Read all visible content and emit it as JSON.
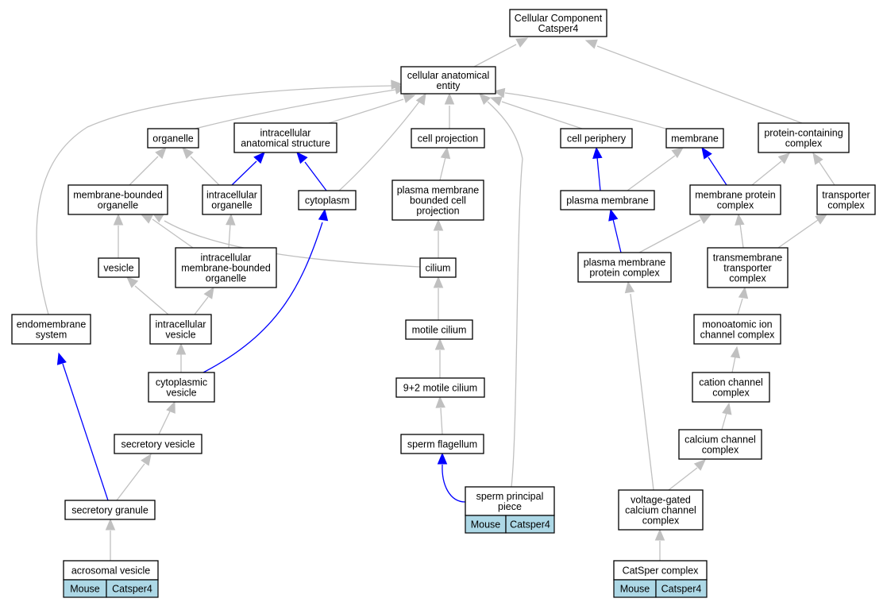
{
  "nodes": {
    "root": {
      "lines": [
        "Cellular Component",
        "Catsper4"
      ]
    },
    "cae": {
      "lines": [
        "cellular anatomical",
        "entity"
      ]
    },
    "organelle": {
      "lines": [
        "organelle"
      ]
    },
    "ias": {
      "lines": [
        "intracellular",
        "anatomical structure"
      ]
    },
    "cellproj": {
      "lines": [
        "cell projection"
      ]
    },
    "cellperiph": {
      "lines": [
        "cell periphery"
      ]
    },
    "membrane": {
      "lines": [
        "membrane"
      ]
    },
    "pcc": {
      "lines": [
        "protein-containing",
        "complex"
      ]
    },
    "mbo": {
      "lines": [
        "membrane-bounded",
        "organelle"
      ]
    },
    "io": {
      "lines": [
        "intracellular",
        "organelle"
      ]
    },
    "cytoplasm": {
      "lines": [
        "cytoplasm"
      ]
    },
    "pmbcp": {
      "lines": [
        "plasma membrane",
        "bounded cell",
        "projection"
      ]
    },
    "pm": {
      "lines": [
        "plasma membrane"
      ]
    },
    "mpc": {
      "lines": [
        "membrane protein",
        "complex"
      ]
    },
    "tc": {
      "lines": [
        "transporter",
        "complex"
      ]
    },
    "vesicle": {
      "lines": [
        "vesicle"
      ]
    },
    "imbo": {
      "lines": [
        "intracellular",
        "membrane-bounded",
        "organelle"
      ]
    },
    "cilium": {
      "lines": [
        "cilium"
      ]
    },
    "pmpc": {
      "lines": [
        "plasma membrane",
        "protein complex"
      ]
    },
    "ttc": {
      "lines": [
        "transmembrane",
        "transporter",
        "complex"
      ]
    },
    "es": {
      "lines": [
        "endomembrane",
        "system"
      ]
    },
    "iv": {
      "lines": [
        "intracellular",
        "vesicle"
      ]
    },
    "mc": {
      "lines": [
        "motile cilium"
      ]
    },
    "maicc": {
      "lines": [
        "monoatomic ion",
        "channel complex"
      ]
    },
    "cv": {
      "lines": [
        "cytoplasmic",
        "vesicle"
      ]
    },
    "nc": {
      "lines": [
        "9+2 motile cilium"
      ]
    },
    "ccc": {
      "lines": [
        "cation channel",
        "complex"
      ]
    },
    "sv": {
      "lines": [
        "secretory vesicle"
      ]
    },
    "sf": {
      "lines": [
        "sperm flagellum"
      ]
    },
    "cachc": {
      "lines": [
        "calcium channel",
        "complex"
      ]
    },
    "sg": {
      "lines": [
        "secretory granule"
      ]
    },
    "spp": {
      "lines": [
        "sperm principal",
        "piece"
      ]
    },
    "vgccc": {
      "lines": [
        "voltage-gated",
        "calcium channel",
        "complex"
      ]
    },
    "av": {
      "lines": [
        "acrosomal vesicle"
      ]
    },
    "csc": {
      "lines": [
        "CatSper complex"
      ]
    }
  },
  "annotations": {
    "spp": {
      "organism": "Mouse",
      "gene": "Catsper4"
    },
    "av": {
      "organism": "Mouse",
      "gene": "Catsper4"
    },
    "csc": {
      "organism": "Mouse",
      "gene": "Catsper4"
    }
  },
  "colors": {
    "is_a": "#c0c0c0",
    "part_of": "#0000ff",
    "annotation_fill": "#add8e6"
  }
}
